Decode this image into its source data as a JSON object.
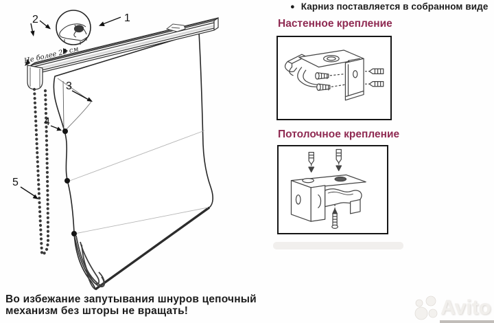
{
  "colors": {
    "heading": "#8f2a52",
    "text": "#1c1c1c",
    "line": "#2f2f2f",
    "watermark": "#f1efec"
  },
  "note": {
    "bullet": "●",
    "text": "Карниз поставляется в собранном виде"
  },
  "sections": {
    "wall": {
      "heading": "Настенное крепление"
    },
    "ceiling": {
      "heading": "Потолочное крепление"
    }
  },
  "diagram": {
    "measure_label": "Не более 20 см",
    "callouts": {
      "c1": "1",
      "c2": "2",
      "c3": "3",
      "c4": "4",
      "c5": "5"
    }
  },
  "warning": {
    "line1": "Во избежание запутывания шнуров цепочный",
    "line2": "механизм без шторы не вращать!"
  },
  "watermark": {
    "brand": "Avito"
  }
}
